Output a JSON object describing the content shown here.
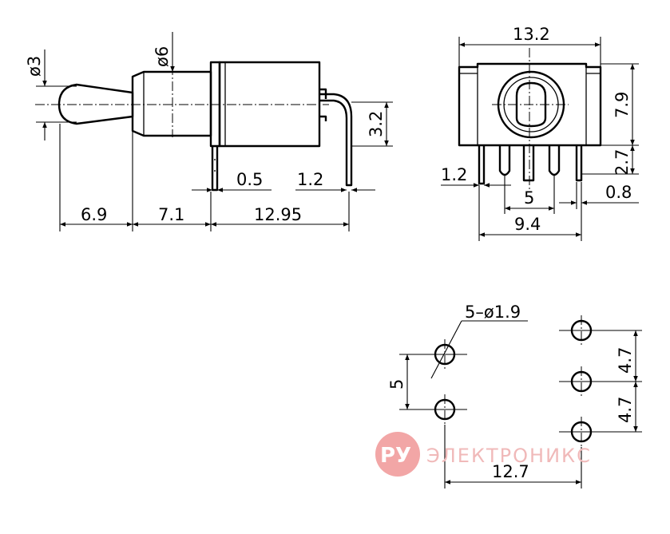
{
  "side_view": {
    "dia_shaft": "ø6",
    "dia_tip": "ø3",
    "dim_len_1": "6.9",
    "dim_len_2": "7.1",
    "dim_len_3": "12.95",
    "dim_pin_thk": "0.5",
    "dim_pin_w": "1.2",
    "dim_pin_h": "3.2"
  },
  "front_view": {
    "dim_width": "13.2",
    "dim_height": "7.9",
    "dim_pin_len": "2.7",
    "dim_pin_w": "1.2",
    "dim_pin_pitch": "5",
    "dim_pin_span": "9.4",
    "dim_pin_thk": "0.8"
  },
  "pcb_layout": {
    "holes_label": "5–ø1.9",
    "dim_left_pitch": "5",
    "dim_right_pitch_top": "4.7",
    "dim_right_pitch_bottom": "4.7",
    "dim_column_spacing": "12.7"
  },
  "watermark": {
    "logo_text": "РУ",
    "name": "ЭЛЕКТРОНИКС",
    "logo_color": "#f2a6a6",
    "text_color": "#f0b9b9"
  }
}
